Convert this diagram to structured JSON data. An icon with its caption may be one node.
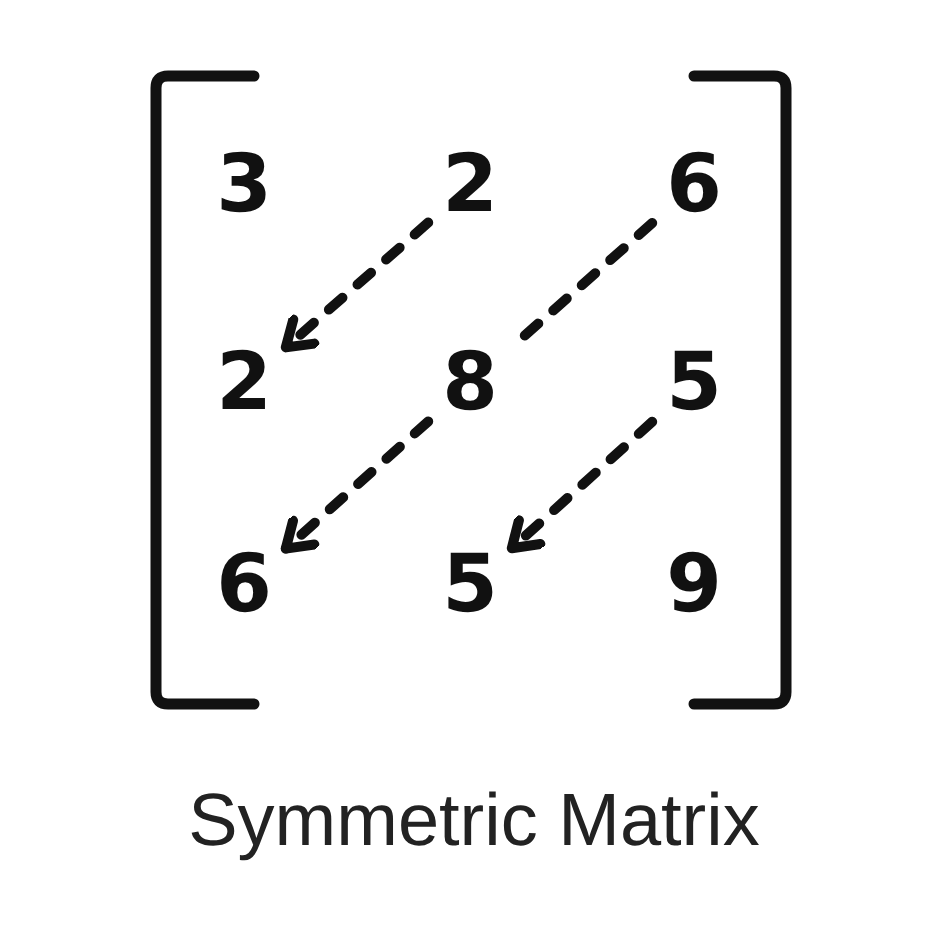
{
  "diagram": {
    "caption": "Symmetric Matrix",
    "nodes": [
      {
        "text": [
          "2"
        ]
      },
      {
        "text": [
          "6"
        ]
      },
      {
        "text": [
          "2"
        ]
      },
      {
        "text": [
          "8"
        ]
      },
      {
        "text": [
          "5"
        ]
      },
      {
        "text": [
          "6"
        ]
      },
      {
        "text": [
          "5"
        ]
      }
    ],
    "edges": [
      {
        "from": 0,
        "to": 2,
        "arrow": "to",
        "style": "dashed"
      },
      {
        "from": 1,
        "to": 3,
        "arrow": "none",
        "style": "dashed"
      },
      {
        "from": 3,
        "to": 5,
        "arrow": "to",
        "style": "dashed"
      },
      {
        "from": 4,
        "to": 6,
        "arrow": "to",
        "style": "dashed"
      }
    ],
    "labels": [
      "3",
      "9"
    ]
  }
}
